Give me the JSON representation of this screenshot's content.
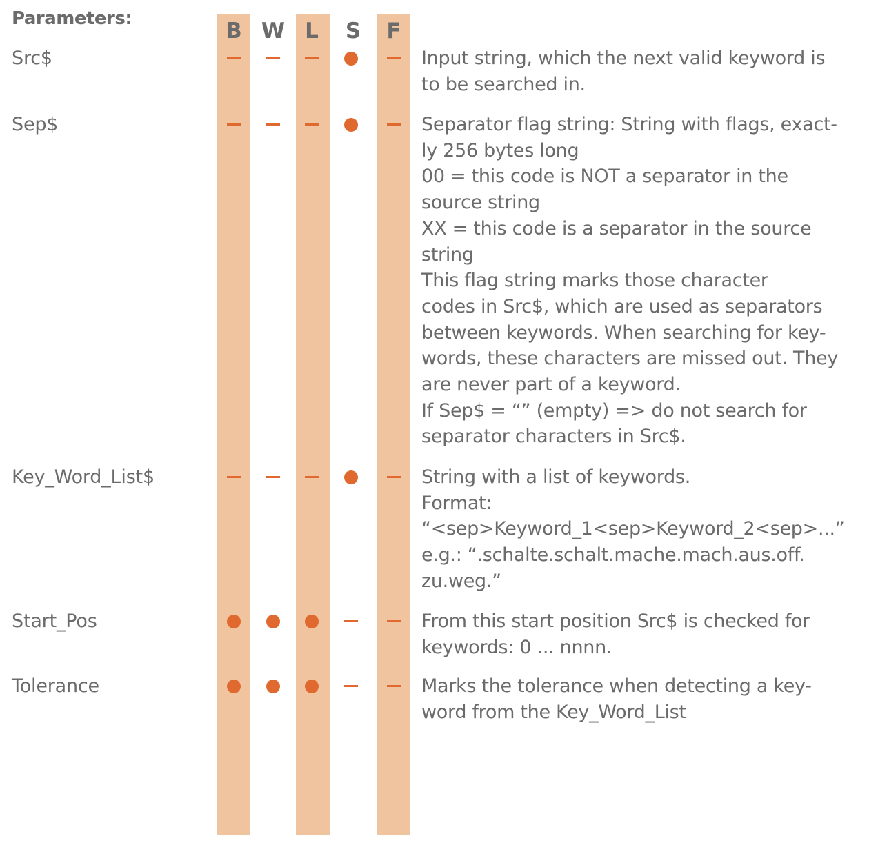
{
  "title": "Parameters:",
  "columns": [
    "B",
    "W",
    "L",
    "S",
    "F"
  ],
  "colors": {
    "band": "#f1c4a0",
    "marker": "#e0692f",
    "text": "#6b6b6b"
  },
  "legend": {
    "dot": "supported",
    "dash": "not supported"
  },
  "parameters": [
    {
      "name": "Src$",
      "marks": [
        "dash",
        "dash",
        "dash",
        "dot",
        "dash"
      ],
      "lines": [
        "Input string, which the next valid keyword is",
        "to be searched in."
      ]
    },
    {
      "name": "Sep$",
      "marks": [
        "dash",
        "dash",
        "dash",
        "dot",
        "dash"
      ],
      "lines": [
        "Separator flag string: String with flags, exact-",
        "ly 256 bytes long",
        "00 = this code is NOT a separator in the",
        "source string",
        "XX = this code is a separator in the source",
        "string",
        "This flag string marks those character",
        "codes in Src$, which are used as separators",
        "between keywords. When searching for key-",
        "words, these characters are missed out. They",
        "are never part of a keyword.",
        "If Sep$ = “” (empty) => do not search for",
        "separator characters in Src$."
      ]
    },
    {
      "name": "Key_Word_List$",
      "marks": [
        "dash",
        "dash",
        "dash",
        "dot",
        "dash"
      ],
      "lines": [
        "String with a list of keywords.",
        "Format:",
        "“<sep>Keyword_1<sep>Keyword_2<sep>...”",
        "e.g.: “.schalte.schalt.mache.mach.aus.off.",
        "zu.weg.”"
      ]
    },
    {
      "name": "Start_Pos",
      "marks": [
        "dot",
        "dot",
        "dot",
        "dash",
        "dash"
      ],
      "lines": [
        "From this start position Src$ is checked for",
        "keywords: 0 ... nnnn."
      ]
    },
    {
      "name": "Tolerance",
      "marks": [
        "dot",
        "dot",
        "dot",
        "dash",
        "dash"
      ],
      "lines": [
        "Marks the tolerance when detecting a key-",
        "word from the Key_Word_List"
      ]
    }
  ]
}
